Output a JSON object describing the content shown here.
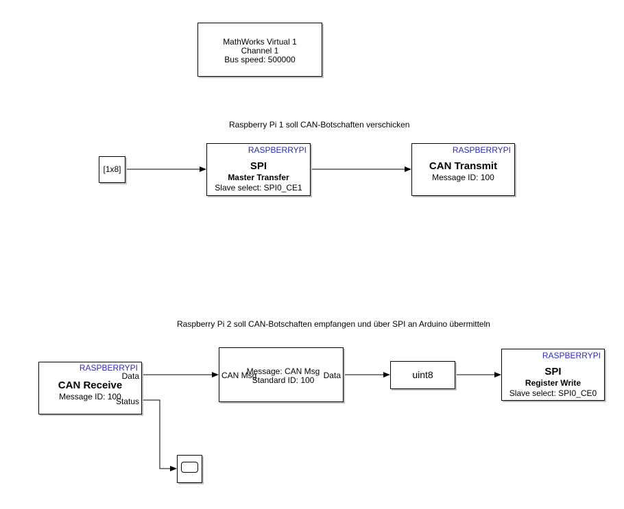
{
  "can_channel": {
    "line1": "MathWorks Virtual 1",
    "line2": "Channel 1",
    "line3": "Bus speed: 500000"
  },
  "captions": {
    "pi1": "Raspberry Pi 1 soll CAN-Botschaften verschicken",
    "pi2": "Raspberry Pi 2 soll CAN-Botschaften empfangen und über SPI an Arduino übermitteln"
  },
  "constant": {
    "value": "[1x8]"
  },
  "spi_master": {
    "library": "RASPBERRYPI",
    "title": "SPI",
    "subtitle": "Master Transfer",
    "param": "Slave select: SPI0_CE1"
  },
  "can_transmit": {
    "library": "RASPBERRYPI",
    "title": "CAN Transmit",
    "param": "Message ID: 100"
  },
  "can_receive": {
    "library": "RASPBERRYPI",
    "title": "CAN Receive",
    "param": "Message ID: 100",
    "port_data": "Data",
    "port_status": "Status"
  },
  "can_unpack": {
    "line1": "Message: CAN Msg",
    "line2": "Standard ID: 100",
    "port_in": "CAN Msg",
    "port_out": "Data"
  },
  "convert": {
    "label": "uint8"
  },
  "spi_register": {
    "library": "RASPBERRYPI",
    "title": "SPI",
    "subtitle": "Register Write",
    "param": "Slave select: SPI0_CE0"
  },
  "scope": {}
}
